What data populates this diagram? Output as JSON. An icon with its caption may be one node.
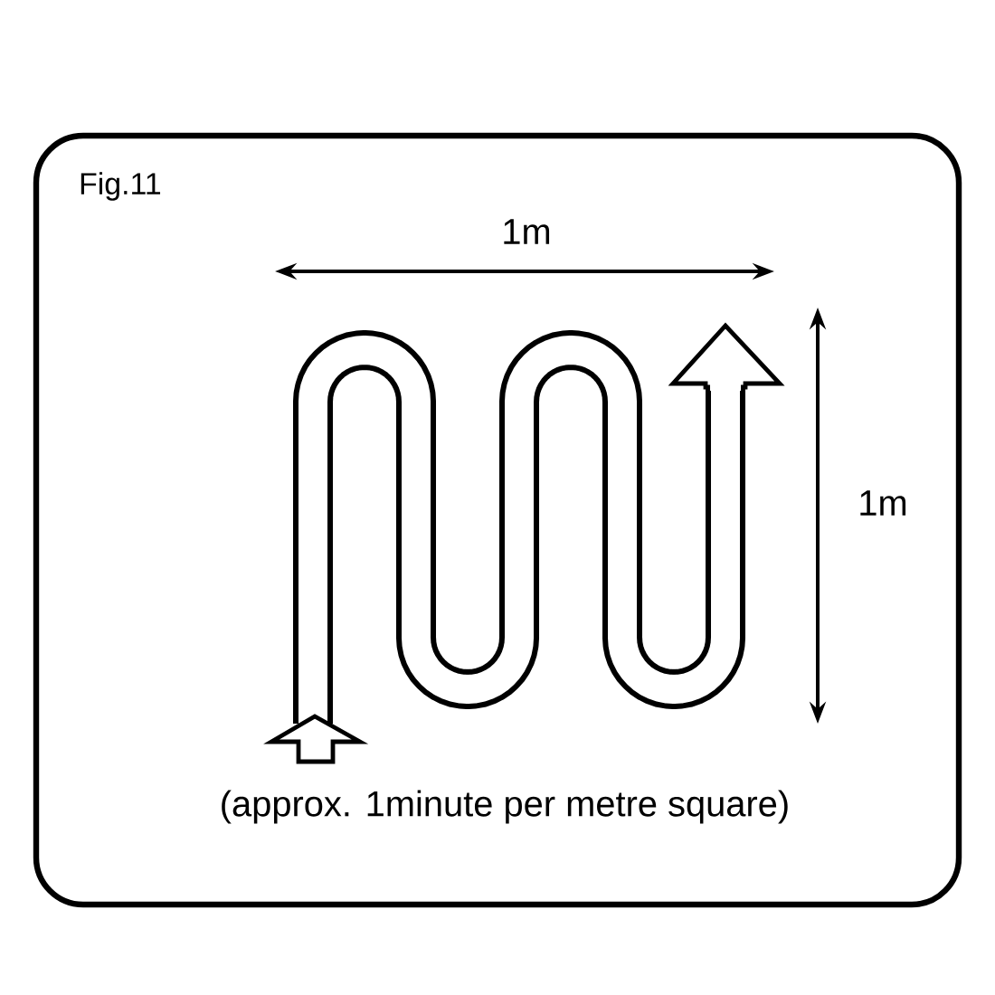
{
  "diagram": {
    "title": "Fig.11",
    "caption": "(approx. 1minute per metre square)",
    "labels": [
      "1m",
      "1m"
    ]
  }
}
